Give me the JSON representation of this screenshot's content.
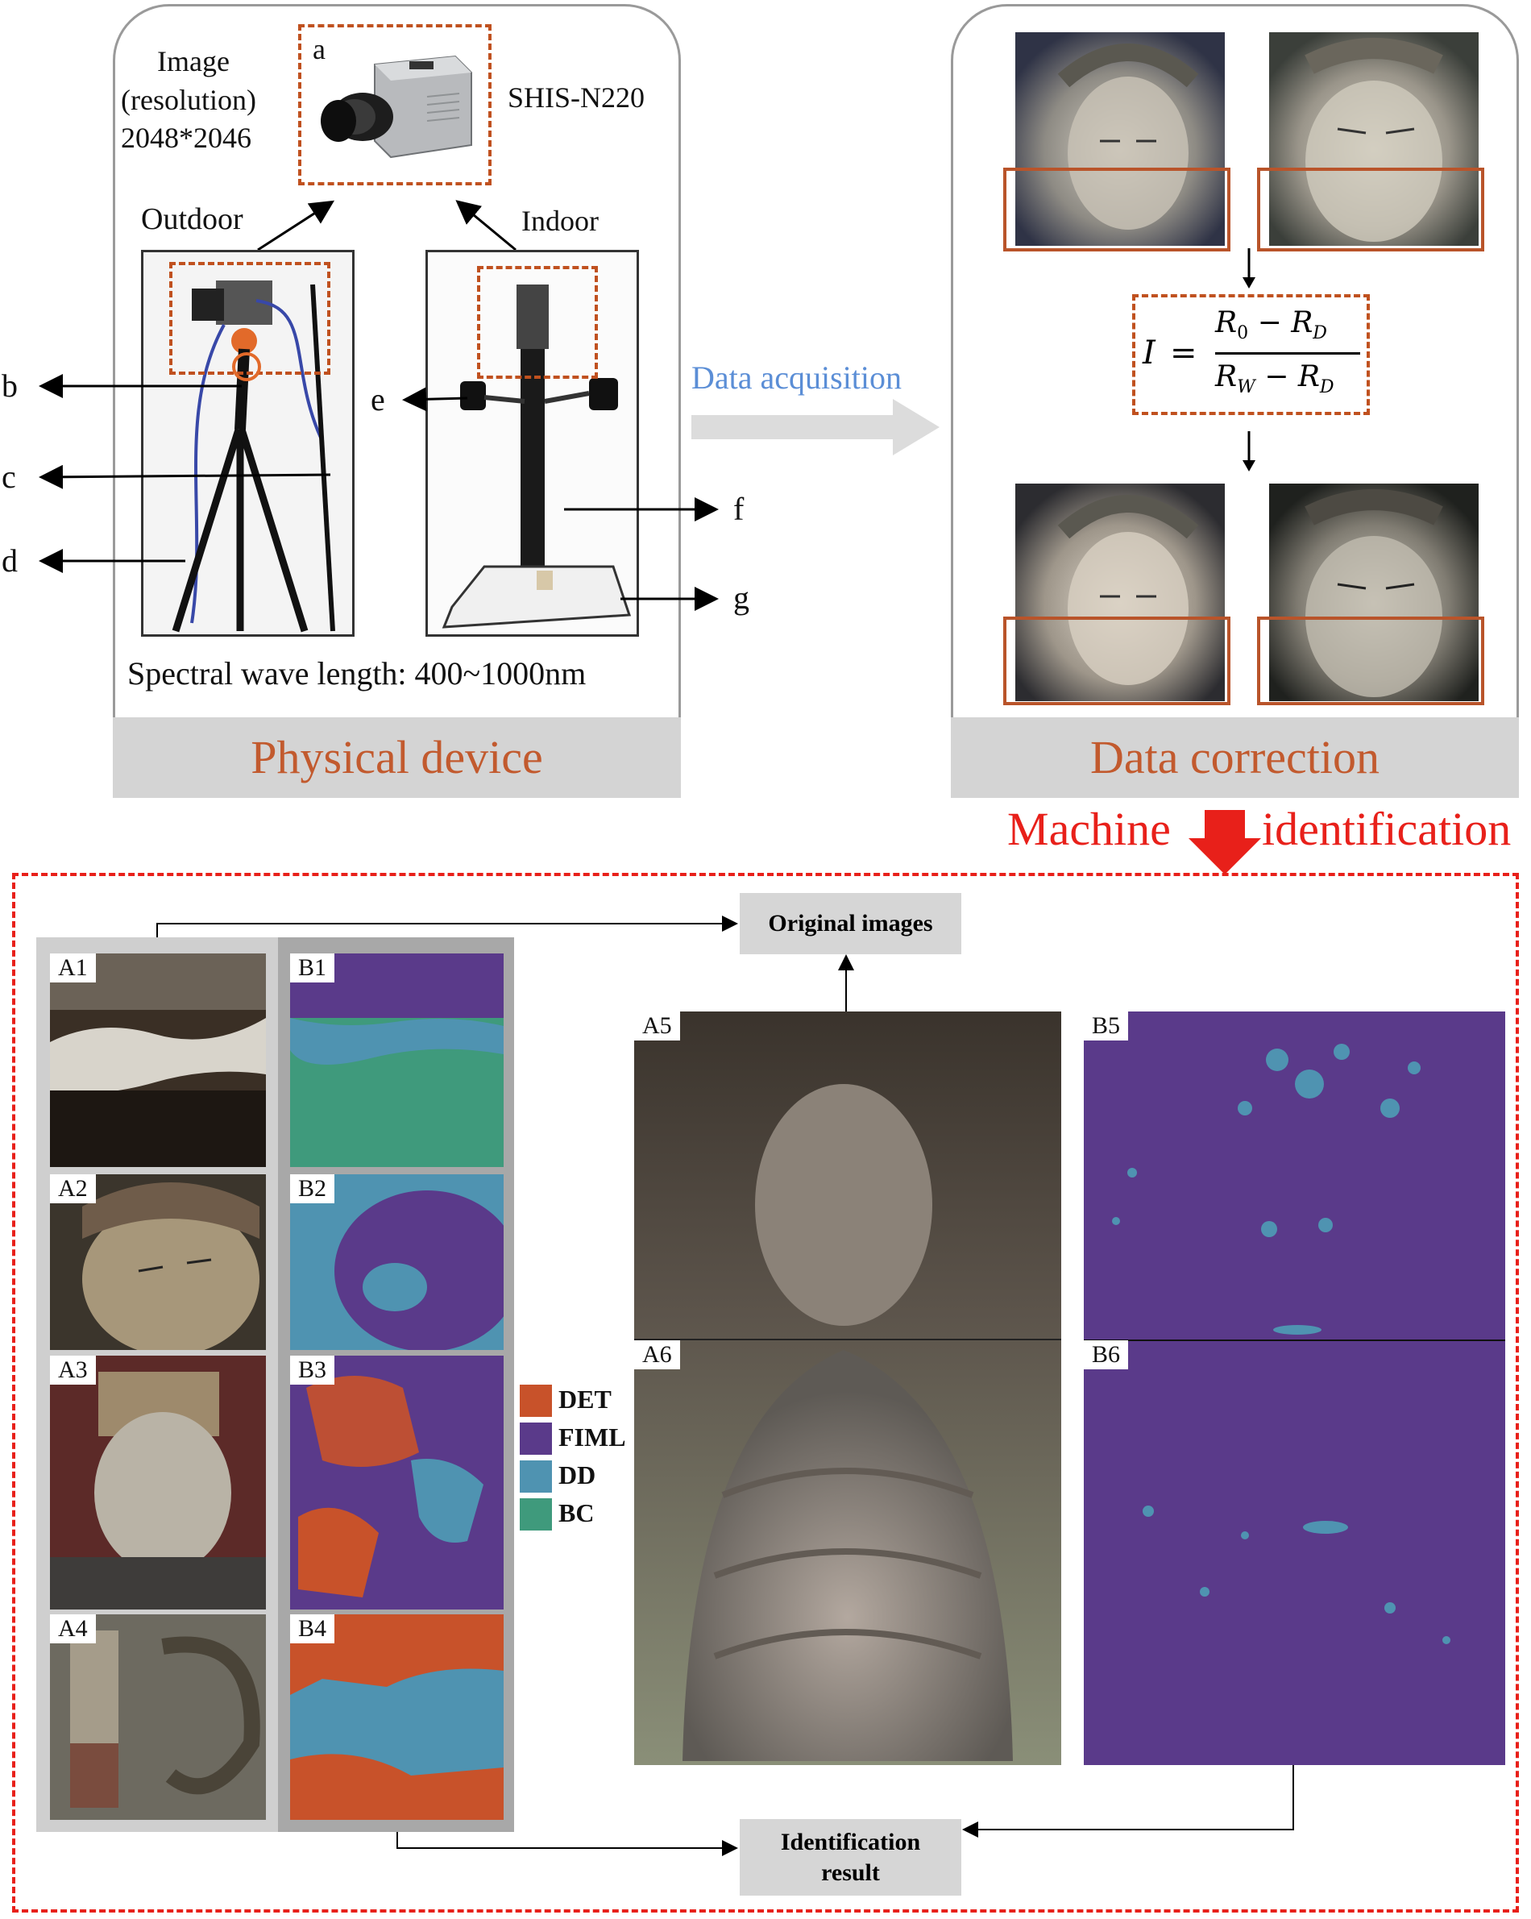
{
  "top_left": {
    "footer": "Physical device",
    "camera_model": "SHIS-N220",
    "resolution_text": [
      "Image",
      "(resolution)",
      "2048*2046"
    ],
    "outdoor": "Outdoor",
    "indoor": "Indoor",
    "spectral_range": "Spectral wave length: 400~1000nm",
    "letters": {
      "a": "a",
      "b": "b",
      "c": "c",
      "d": "d",
      "e": "e",
      "f": "f",
      "g": "g"
    }
  },
  "middle_arrow": {
    "label": "Data acquisition",
    "color": "#5b8ed6"
  },
  "top_right": {
    "footer": "Data correction",
    "formula": {
      "I": "I",
      "eq": "=",
      "num_a": "R",
      "num_a_sub": "0",
      "minus": "−",
      "num_b": "R",
      "num_b_sub": "D",
      "den_a": "R",
      "den_a_sub": "W",
      "den_b": "R",
      "den_b_sub": "D"
    }
  },
  "machine_identification": {
    "left": "Machine",
    "right": "identification",
    "color": "#e8201a"
  },
  "bottom": {
    "original_images": "Original images",
    "identification_result": [
      "Identification",
      "result"
    ],
    "tiles_a": [
      "A1",
      "A2",
      "A3",
      "A4"
    ],
    "tiles_b": [
      "B1",
      "B2",
      "B3",
      "B4"
    ],
    "large_a": [
      "A5",
      "A6"
    ],
    "large_b": [
      "B5",
      "B6"
    ],
    "legend": [
      {
        "label": "DET",
        "color": "#c8522a"
      },
      {
        "label": "FIML",
        "color": "#5a3a8a"
      },
      {
        "label": "DD",
        "color": "#4f93b1"
      },
      {
        "label": "BC",
        "color": "#3f9a7c"
      }
    ]
  }
}
